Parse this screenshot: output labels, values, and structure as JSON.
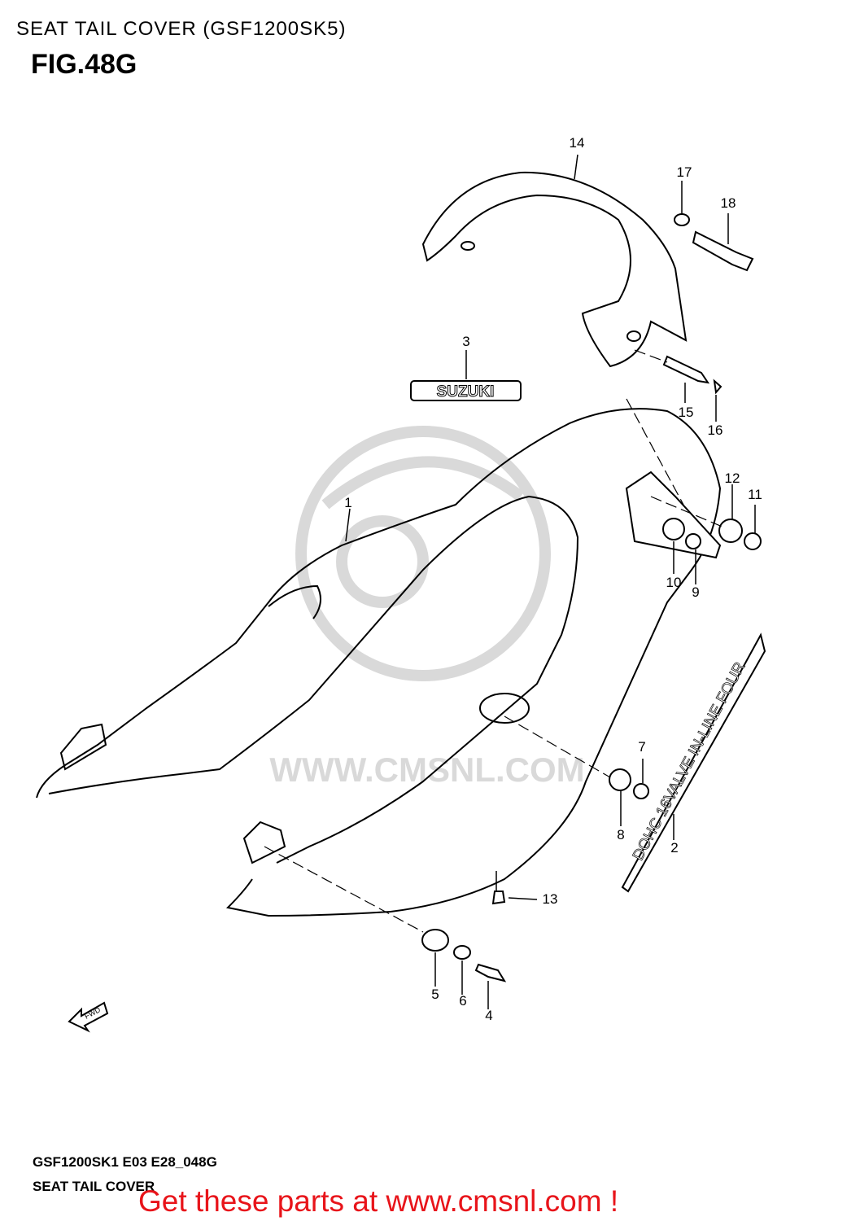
{
  "header": {
    "title": "SEAT TAIL COVER (GSF1200SK5)",
    "fig_number": "FIG.48G"
  },
  "emblem_text": "SUZUKI",
  "decal_text": "DOHC 16VALVE IN-LINE FOUR",
  "watermark_text": "WWW.CMSNL.COM",
  "fwd_label": "FWD",
  "callouts": {
    "c1": "1",
    "c2": "2",
    "c3": "3",
    "c4": "4",
    "c5": "5",
    "c6": "6",
    "c7": "7",
    "c8": "8",
    "c9": "9",
    "c10": "10",
    "c11": "11",
    "c12": "12",
    "c13": "13",
    "c14": "14",
    "c15": "15",
    "c16": "16",
    "c17": "17",
    "c18": "18"
  },
  "footer": {
    "code": "GSF1200SK1 E03 E28_048G",
    "name": "SEAT TAIL COVER",
    "promo": "Get these parts at www.cmsnl.com !"
  },
  "colors": {
    "line": "#000000",
    "watermark": "#d9d9d9",
    "promo": "#e8141a"
  }
}
